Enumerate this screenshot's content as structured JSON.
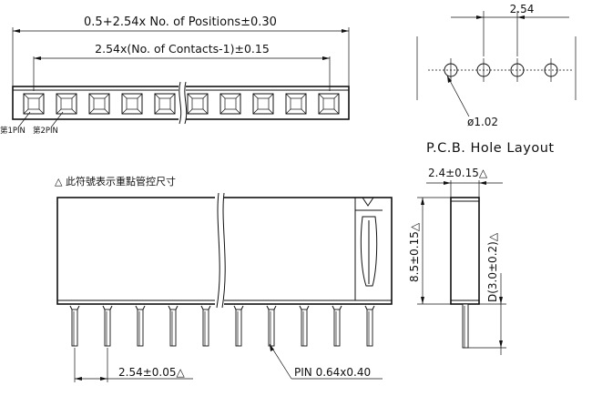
{
  "top_view": {
    "overall_length": "0.5+2.54x No. of Positions±0.30",
    "pitch_span": "2.54x(No. of Contacts-1)±0.15",
    "pin1_label": "第1PIN",
    "pin2_label": "第2PIN"
  },
  "pcb_layout": {
    "pitch": "2.54",
    "hole_dia": "ø1.02",
    "title": "P.C.B. Hole Layout"
  },
  "front_view": {
    "note": "△ 此符號表示重點管控尺寸",
    "pin_pitch": "2.54±0.05△",
    "pin_size": "PIN 0.64x0.40"
  },
  "side_view": {
    "width": "2.4±0.15△",
    "height": "8.5±0.15△",
    "depth": "D(3.0±0.2)△"
  }
}
